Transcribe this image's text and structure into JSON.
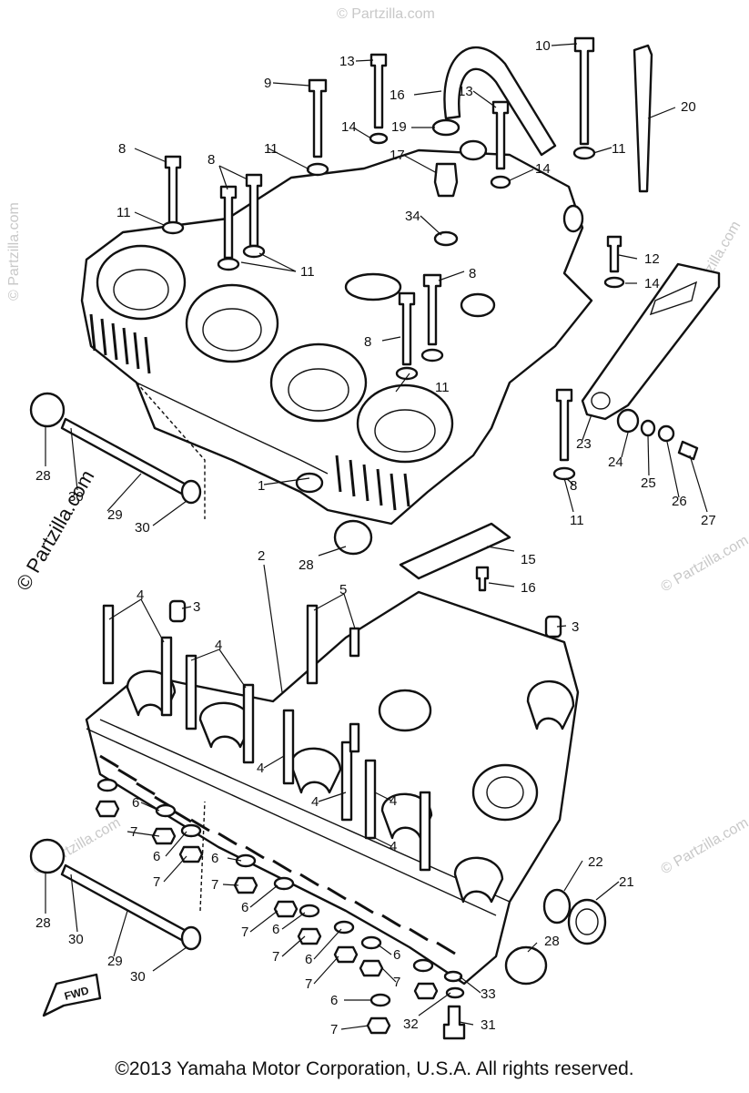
{
  "watermark": "© Partzilla.com",
  "watermark_main": "© Partzilla.com",
  "fwd_label": "FWD",
  "copyright": "©2013 Yamaha Motor Corporation, U.S.A. All rights reserved.",
  "callouts": {
    "c1": "1",
    "c2": "2",
    "c3a": "3",
    "c3b": "3",
    "c4a": "4",
    "c4b": "4",
    "c4c": "4",
    "c4d": "4",
    "c4e": "4",
    "c5": "5",
    "c6a": "6",
    "c6b": "6",
    "c6c": "6",
    "c6d": "6",
    "c6e": "6",
    "c6f": "6",
    "c6g": "6",
    "c6h": "6",
    "c7a": "7",
    "c7b": "7",
    "c7c": "7",
    "c7d": "7",
    "c7e": "7",
    "c7f": "7",
    "c7g": "7",
    "c7h": "7",
    "c8a": "8",
    "c8b": "8",
    "c8c": "8",
    "c8d": "8",
    "c8e": "8",
    "c9": "9",
    "c10": "10",
    "c11a": "11",
    "c11b": "11",
    "c11c": "11",
    "c11d": "11",
    "c11e": "11",
    "c11f": "11",
    "c12": "12",
    "c13a": "13",
    "c13b": "13",
    "c14a": "14",
    "c14b": "14",
    "c14c": "14",
    "c15": "15",
    "c16a": "16",
    "c16b": "16",
    "c17": "17",
    "c19": "19",
    "c20": "20",
    "c21": "21",
    "c22": "22",
    "c23": "23",
    "c24": "24",
    "c25": "25",
    "c26": "26",
    "c27": "27",
    "c28a": "28",
    "c28b": "28",
    "c28c": "28",
    "c28d": "28",
    "c29a": "29",
    "c29b": "29",
    "c30a": "30",
    "c30b": "30",
    "c30c": "30",
    "c30d": "30",
    "c31": "31",
    "c32": "32",
    "c33": "33",
    "c34": "34"
  }
}
